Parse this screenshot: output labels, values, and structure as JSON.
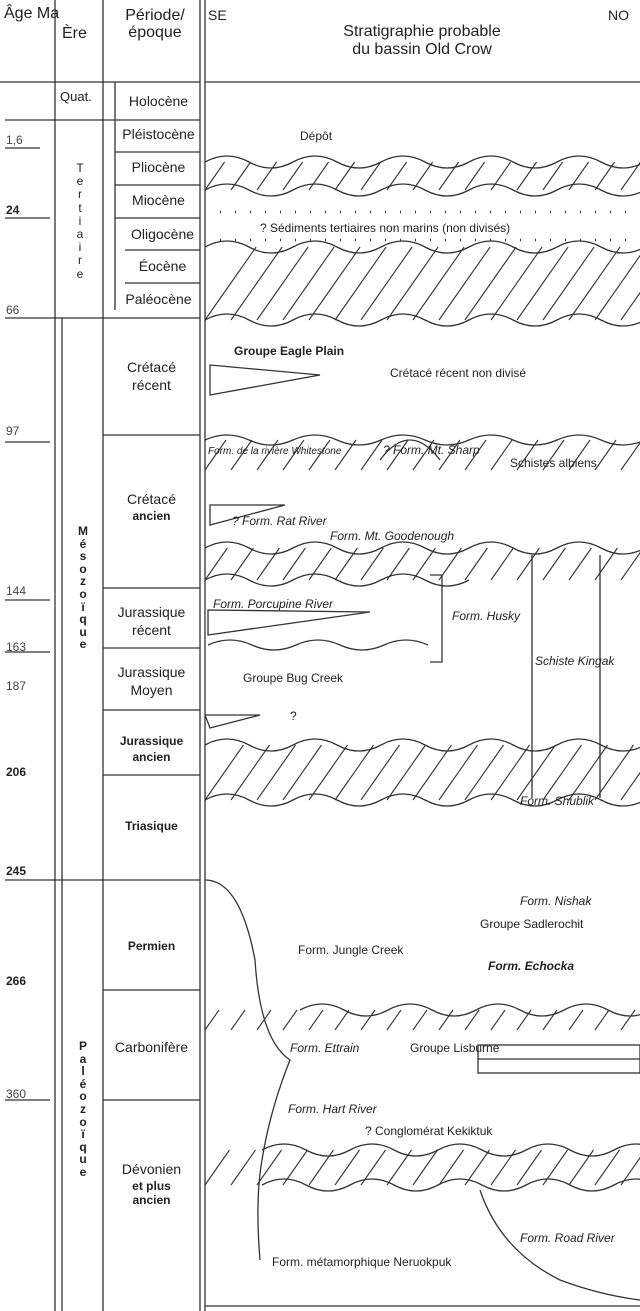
{
  "header": {
    "age": "Âge\nMa",
    "ere": "Ère",
    "periode": "Période/\népoque",
    "title_line1": "Stratigraphie probable",
    "title_line2": "du bassin Old Crow",
    "dir_left": "SE",
    "dir_right": "NO"
  },
  "ages": [
    "1,6",
    "24",
    "66",
    "97",
    "144",
    "163",
    "187",
    "206",
    "245",
    "266",
    "360"
  ],
  "eras": {
    "quaternaire": "Quat.",
    "tertiaire": "Tertiaire",
    "mesozoique": "Mésozoïque",
    "paleozoique": "Paléozoïque"
  },
  "periods": {
    "holocene": "Holocène",
    "pleistocene": "Pléistocène",
    "pliocene": "Pliocène",
    "miocene": "Miocène",
    "oligocene": "Oligocène",
    "eocene": "Éocène",
    "paleocene": "Paléocène",
    "cretace_recent_1": "Crétacé",
    "cretace_recent_2": "récent",
    "cretace_ancien_1": "Crétacé",
    "cretace_ancien_2": "ancien",
    "jurassique_recent_1": "Jurassique",
    "jurassique_recent_2": "récent",
    "jurassique_moyen_1": "Jurassique",
    "jurassique_moyen_2": "Moyen",
    "jurassique_ancien_1": "Jurassique",
    "jurassique_ancien_2": "ancien",
    "triasique": "Triasique",
    "permien": "Permien",
    "carbonifere": "Carbonifère",
    "devonien_1": "Dévonien",
    "devonien_2": "et plus",
    "devonien_3": "ancien"
  },
  "units": {
    "depot": "Dépôt",
    "sediments_tertiaires": "? Sédiments tertiaires non marins (non divisés)",
    "eagle_plain": "Groupe Eagle Plain",
    "cretace_recent_nd": "Crétacé récent non divisé",
    "whitestone": "Form. de la rivière Whitestone",
    "mt_sharp": "? Form. Mt. Sharp",
    "schistes_albiens": "Schistes albiens",
    "rat_river": "? Form. Rat River",
    "mt_goodenough": "Form. Mt. Goodenough",
    "porcupine": "Form. Porcupine River",
    "husky": "Form. Husky",
    "kingak": "Schiste Kingak",
    "bug_creek": "Groupe Bug Creek",
    "question": "?",
    "shublik": "Form. Shublik",
    "nishak": "Form. Nishak",
    "sadlerochit": "Groupe Sadlerochit",
    "jungle_creek": "Form. Jungle Creek",
    "echocka": "Form. Echocka",
    "ettrain": "Form. Ettrain",
    "lisburne": "Groupe Lisburne",
    "hart_river": "Form. Hart River",
    "kekiktuk": "? Conglomérat Kekiktuk",
    "road_river": "Form. Road River",
    "neruokpuk": "Form. métamorphique Neruokpuk"
  }
}
